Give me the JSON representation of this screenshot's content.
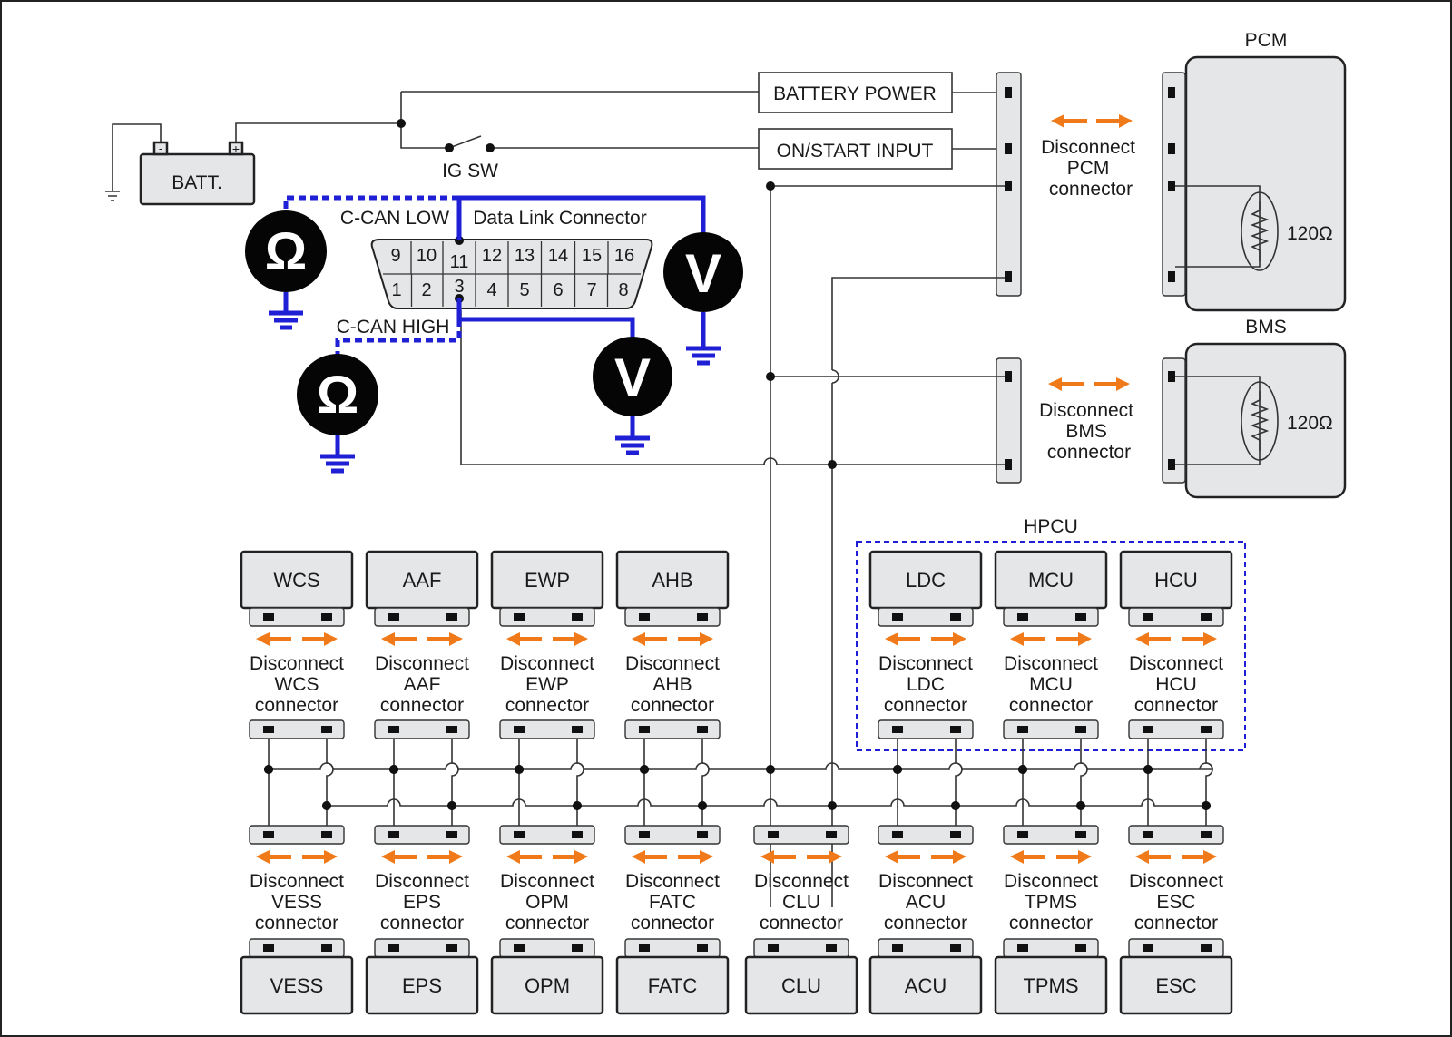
{
  "battery": {
    "label": "BATT.",
    "neg": "-",
    "pos": "+"
  },
  "ig_switch": {
    "label": "IG SW"
  },
  "inputs": {
    "battery_power": "BATTERY POWER",
    "on_start": "ON/START INPUT"
  },
  "dlc": {
    "title": "Data Link Connector",
    "can_low": "C-CAN LOW",
    "can_high": "C-CAN HIGH",
    "top_pins": [
      "9",
      "10",
      "11",
      "12",
      "13",
      "14",
      "15",
      "16"
    ],
    "bottom_pins": [
      "1",
      "2",
      "3",
      "4",
      "5",
      "6",
      "7",
      "8"
    ]
  },
  "meters": {
    "ohm": "Ω",
    "volt": "V"
  },
  "pcm": {
    "title": "PCM",
    "resistor": "120Ω",
    "disconnect": [
      "Disconnect",
      "PCM",
      "connector"
    ]
  },
  "bms": {
    "title": "BMS",
    "resistor": "120Ω",
    "disconnect": [
      "Disconnect",
      "BMS",
      "connector"
    ]
  },
  "hpcu": {
    "title": "HPCU"
  },
  "top_modules": [
    {
      "name": "WCS",
      "disconnect": [
        "Disconnect",
        "WCS",
        "connector"
      ]
    },
    {
      "name": "AAF",
      "disconnect": [
        "Disconnect",
        "AAF",
        "connector"
      ]
    },
    {
      "name": "EWP",
      "disconnect": [
        "Disconnect",
        "EWP",
        "connector"
      ]
    },
    {
      "name": "AHB",
      "disconnect": [
        "Disconnect",
        "AHB",
        "connector"
      ]
    },
    {
      "name": "LDC",
      "disconnect": [
        "Disconnect",
        "LDC",
        "connector"
      ]
    },
    {
      "name": "MCU",
      "disconnect": [
        "Disconnect",
        "MCU",
        "connector"
      ]
    },
    {
      "name": "HCU",
      "disconnect": [
        "Disconnect",
        "HCU",
        "connector"
      ]
    }
  ],
  "bottom_modules": [
    {
      "name": "VESS",
      "disconnect": [
        "Disconnect",
        "VESS",
        "connector"
      ]
    },
    {
      "name": "EPS",
      "disconnect": [
        "Disconnect",
        "EPS",
        "connector"
      ]
    },
    {
      "name": "OPM",
      "disconnect": [
        "Disconnect",
        "OPM",
        "connector"
      ]
    },
    {
      "name": "FATC",
      "disconnect": [
        "Disconnect",
        "FATC",
        "connector"
      ]
    },
    {
      "name": "CLU",
      "disconnect": [
        "Disconnect",
        "CLU",
        "connector"
      ]
    },
    {
      "name": "ACU",
      "disconnect": [
        "Disconnect",
        "ACU",
        "connector"
      ]
    },
    {
      "name": "TPMS",
      "disconnect": [
        "Disconnect",
        "TPMS",
        "connector"
      ]
    },
    {
      "name": "ESC",
      "disconnect": [
        "Disconnect",
        "ESC",
        "connector"
      ]
    }
  ],
  "colors": {
    "probe": "#1f1fd6",
    "arrow": "#f07a1a",
    "box_fill": "#e4e6e7",
    "hpcu_border": "#1f1fd6"
  }
}
